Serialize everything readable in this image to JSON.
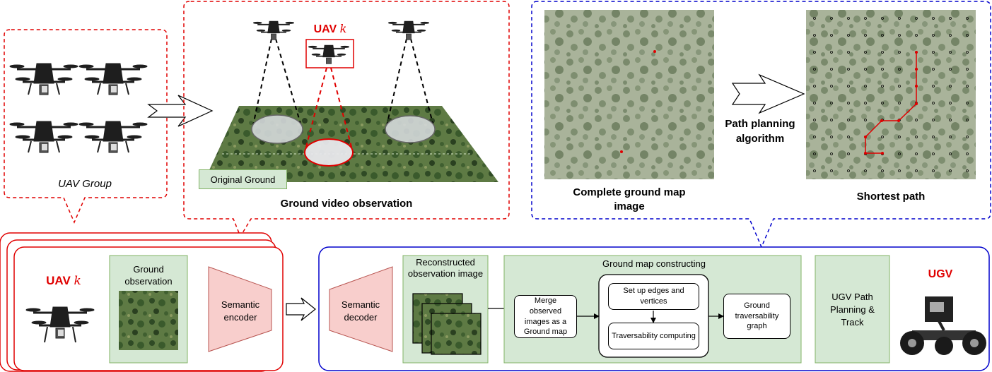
{
  "top_left": {
    "group_label": "UAV Group"
  },
  "top_middle": {
    "uav_k_label": "UAV",
    "uav_k_var": "k",
    "ground_tag": "Original Ground",
    "caption": "Ground video observation"
  },
  "top_right": {
    "left_caption": "Complete ground map image",
    "arrow_caption": "Path planning algorithm",
    "right_caption": "Shortest path"
  },
  "bottom_left": {
    "uav_k_label": "UAV",
    "uav_k_var": "k",
    "ground_observation": "Ground observation",
    "encoder": "Semantic encoder"
  },
  "bottom_right": {
    "decoder": "Semantic decoder",
    "reconstructed": "Reconstructed observation image",
    "map_constructing_title": "Ground map constructing",
    "merge": "Merge observed images as a Ground map",
    "edges": "Set up edges and vertices",
    "traversability": "Traversability computing",
    "graph": "Ground traversability graph",
    "path_planning": "UGV Path Planning & Track",
    "ugv": "UGV"
  },
  "colors": {
    "red": "#e00000",
    "blue": "#0000cc",
    "green_fill": "#d5e8d4",
    "green_stroke": "#82b366",
    "pink_fill": "#f8cecc",
    "pink_stroke": "#b85450"
  }
}
